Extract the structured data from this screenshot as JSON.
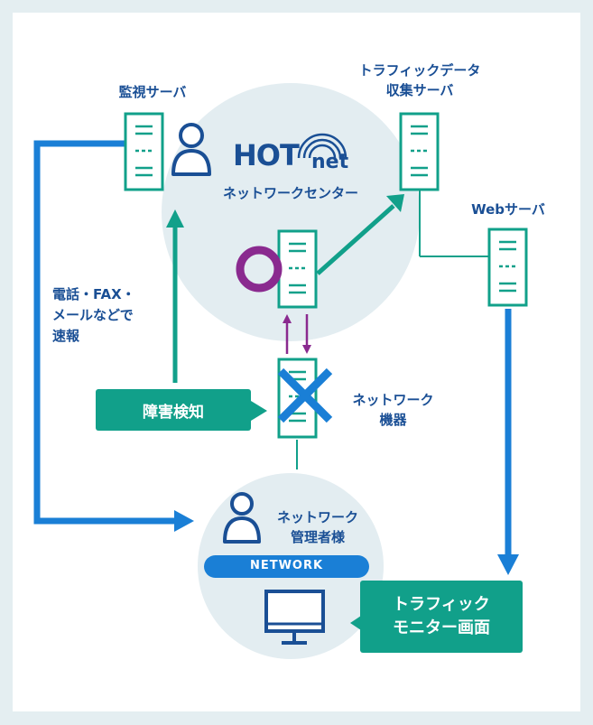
{
  "nodes": {
    "monitor_server": "監視サーバ",
    "traffic_server_line1": "トラフィックデータ",
    "traffic_server_line2": "収集サーバ",
    "web_server": "Webサーバ",
    "network_center": "ネットワークセンター",
    "network_device_line1": "ネットワーク",
    "network_device_line2": "機器",
    "admin_line1": "ネットワーク",
    "admin_line2": "管理者様",
    "network_badge": "NETWORK"
  },
  "logo": {
    "hot": "HOT",
    "net": "net"
  },
  "notes": {
    "report_line1": "電話・FAX・",
    "report_line2": "メールなどで",
    "report_line3": "速報"
  },
  "boxes": {
    "fault_detect": "障害検知",
    "traffic_line1": "トラフィック",
    "traffic_line2": "モニター画面"
  },
  "colors": {
    "navy": "#1a4f95",
    "blue": "#1a7fd6",
    "teal": "#11a08a",
    "purple": "#8a2a8f",
    "circle": "#e3edf1"
  }
}
